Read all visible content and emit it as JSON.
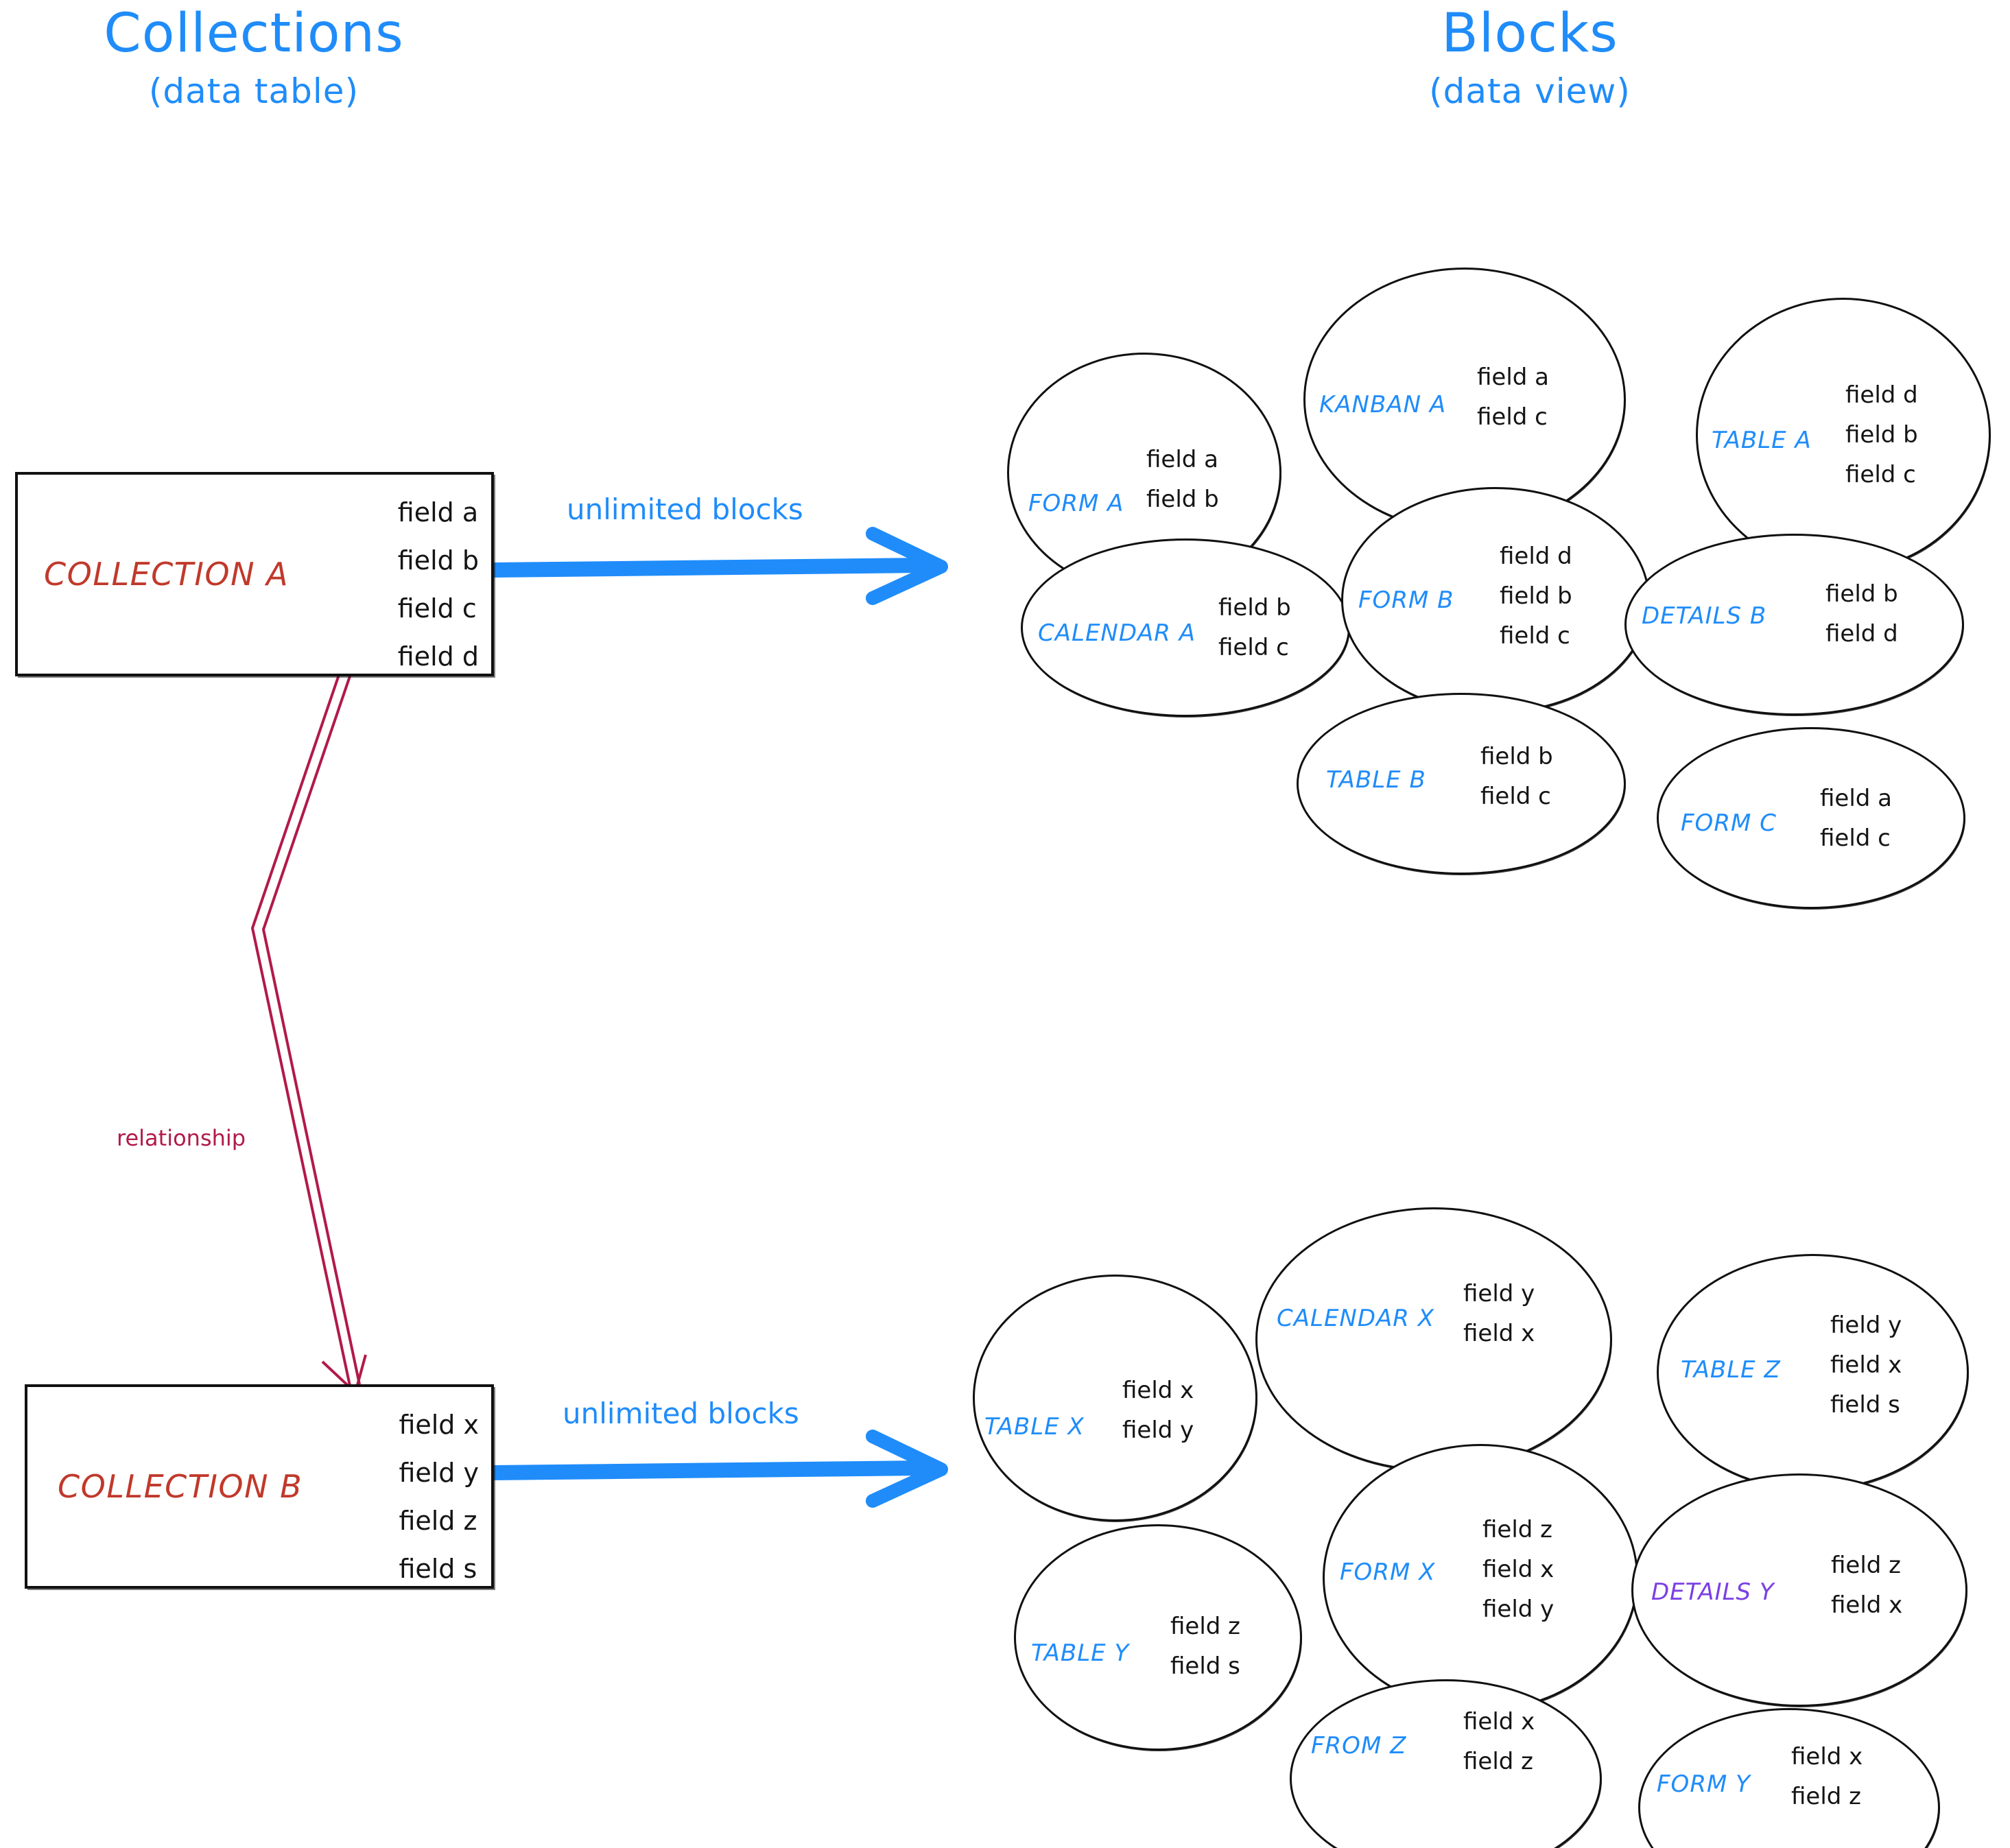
{
  "colors": {
    "accent_blue": "#1F8CFA",
    "collection_red": "#C0392B",
    "relationship_crimson": "#B11A49",
    "details_purple": "#7B3FE4",
    "stroke_black": "#101010",
    "background": "#FFFFFF"
  },
  "headings": {
    "left": {
      "main": "Collections",
      "sub": "(data table)"
    },
    "right": {
      "main": "Blocks",
      "sub": "(data view)"
    }
  },
  "collections": [
    {
      "name": "COLLECTION A",
      "fields": [
        "field a",
        "field b",
        "field c",
        "field d"
      ],
      "arrow_label": "unlimited blocks"
    },
    {
      "name": "COLLECTION B",
      "fields": [
        "field x",
        "field y",
        "field z",
        "field s"
      ],
      "arrow_label": "unlimited blocks"
    }
  ],
  "relationship": {
    "label": "relationship",
    "from": "COLLECTION A field d",
    "to": "COLLECTION B field x"
  },
  "block_groups": [
    {
      "for_collection": "COLLECTION A",
      "blocks": [
        {
          "label": "FORM A",
          "fields": [
            "field a",
            "field b"
          ],
          "label_color": "#1F8CFA"
        },
        {
          "label": "KANBAN A",
          "fields": [
            "field a",
            "field c"
          ],
          "label_color": "#1F8CFA"
        },
        {
          "label": "TABLE A",
          "fields": [
            "field d",
            "field b",
            "field c"
          ],
          "label_color": "#1F8CFA"
        },
        {
          "label": "CALENDAR A",
          "fields": [
            "field b",
            "field c"
          ],
          "label_color": "#1F8CFA"
        },
        {
          "label": "FORM B",
          "fields": [
            "field d",
            "field b",
            "field c"
          ],
          "label_color": "#1F8CFA"
        },
        {
          "label": "DETAILS B",
          "fields": [
            "field b",
            "field d"
          ],
          "label_color": "#1F8CFA"
        },
        {
          "label": "TABLE B",
          "fields": [
            "field b",
            "field c"
          ],
          "label_color": "#1F8CFA"
        },
        {
          "label": "FORM C",
          "fields": [
            "field a",
            "field c"
          ],
          "label_color": "#1F8CFA"
        }
      ]
    },
    {
      "for_collection": "COLLECTION B",
      "blocks": [
        {
          "label": "TABLE X",
          "fields": [
            "field x",
            "field y"
          ],
          "label_color": "#1F8CFA"
        },
        {
          "label": "CALENDAR X",
          "fields": [
            "field y",
            "field x"
          ],
          "label_color": "#1F8CFA"
        },
        {
          "label": "TABLE Z",
          "fields": [
            "field y",
            "field x",
            "field s"
          ],
          "label_color": "#1F8CFA"
        },
        {
          "label": "TABLE Y",
          "fields": [
            "field z",
            "field s"
          ],
          "label_color": "#1F8CFA"
        },
        {
          "label": "FORM X",
          "fields": [
            "field z",
            "field x",
            "field y"
          ],
          "label_color": "#1F8CFA"
        },
        {
          "label": "DETAILS Y",
          "fields": [
            "field z",
            "field x"
          ],
          "label_color": "#7B3FE4"
        },
        {
          "label": "FROM Z",
          "fields": [
            "field x",
            "field z"
          ],
          "label_color": "#1F8CFA"
        },
        {
          "label": "FORM Y",
          "fields": [
            "field x",
            "field z"
          ],
          "label_color": "#1F8CFA"
        }
      ]
    }
  ]
}
